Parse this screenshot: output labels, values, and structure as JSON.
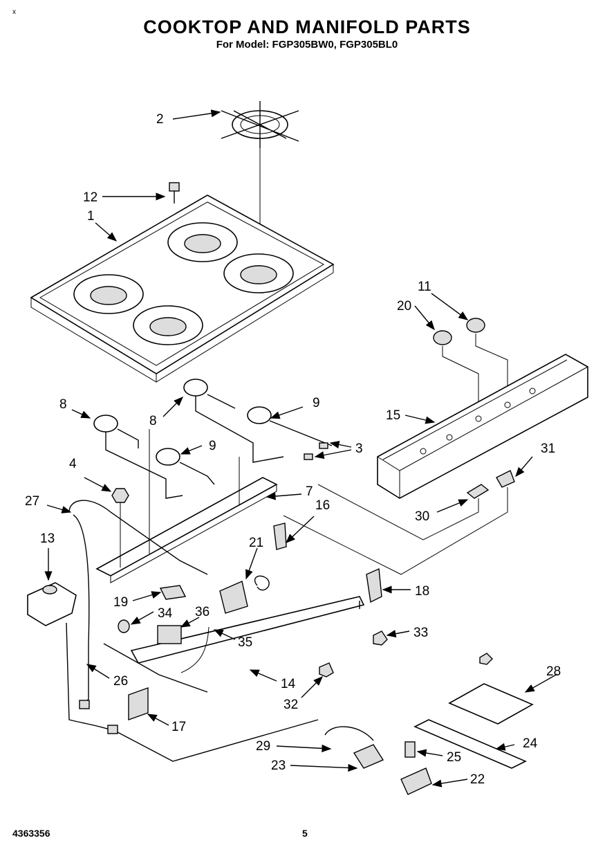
{
  "header": {
    "mark": "x",
    "title": "COOKTOP AND MANIFOLD PARTS",
    "subtitle": "For Model: FGP305BW0, FGP305BL0"
  },
  "footer": {
    "doc_number": "4363356",
    "page_number": "5"
  },
  "callouts": {
    "c1": "1",
    "c2": "2",
    "c3": "3",
    "c4": "4",
    "c7": "7",
    "c8a": "8",
    "c8b": "8",
    "c9a": "9",
    "c9b": "9",
    "c11": "11",
    "c12": "12",
    "c13": "13",
    "c14": "14",
    "c15": "15",
    "c16": "16",
    "c17": "17",
    "c18": "18",
    "c19": "19",
    "c20": "20",
    "c21": "21",
    "c22": "22",
    "c23": "23",
    "c24": "24",
    "c25": "25",
    "c26": "26",
    "c27": "27",
    "c28": "28",
    "c29": "29",
    "c30": "30",
    "c31": "31",
    "c32": "32",
    "c33": "33",
    "c34": "34",
    "c35": "35",
    "c36": "36"
  }
}
